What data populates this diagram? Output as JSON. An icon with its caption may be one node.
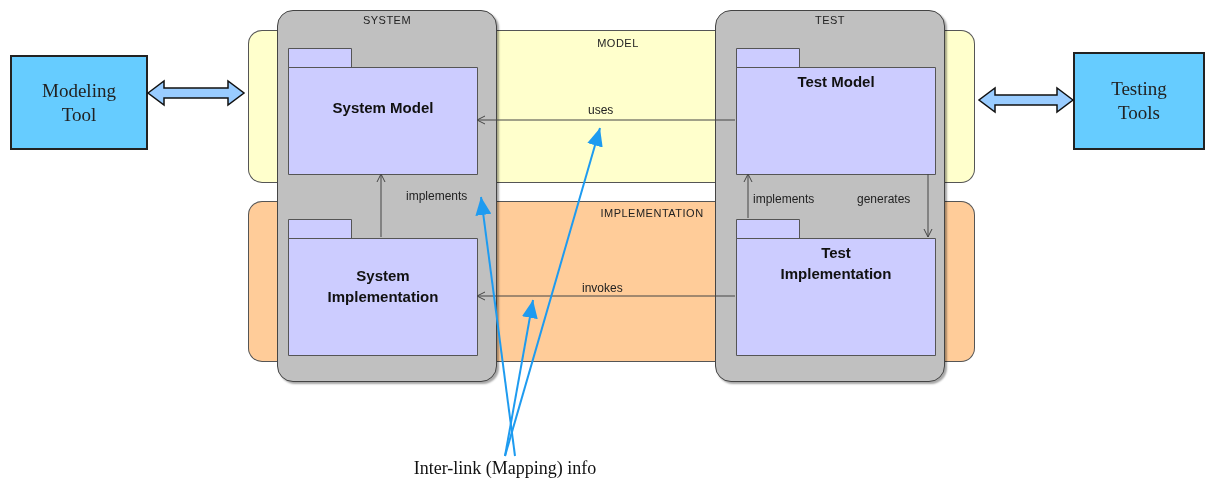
{
  "diagram": {
    "nodes": [
      {
        "text": [
          "Modeling Tool"
        ]
      },
      {
        "text": [
          "SYSTEM"
        ]
      },
      {
        "text": [
          "System Model"
        ],
        "in": 1
      },
      {
        "text": [
          "System Implementation"
        ],
        "in": 1
      },
      {
        "text": [
          "TEST"
        ]
      },
      {
        "text": [
          "Test Model"
        ],
        "in": 4
      },
      {
        "text": [
          "Test Implementation"
        ],
        "in": 4
      },
      {
        "text": [
          "Testing Tools"
        ]
      },
      {
        "text": [
          "Inter-link (Mapping) info"
        ]
      }
    ],
    "edges": [
      {
        "from": 0,
        "to": null,
        "arrow": "both",
        "style": "thick"
      },
      {
        "from": 7,
        "to": null,
        "arrow": "both",
        "style": "thick"
      },
      {
        "from": 5,
        "to": 2,
        "arrow": "to",
        "label": "uses"
      },
      {
        "from": 3,
        "to": 2,
        "arrow": "to",
        "label": "implements"
      },
      {
        "from": 6,
        "to": 5,
        "arrow": "to",
        "label": "implements"
      },
      {
        "from": 5,
        "to": 6,
        "arrow": "to",
        "label": "generates"
      },
      {
        "from": 6,
        "to": 3,
        "arrow": "to",
        "label": "invokes"
      },
      {
        "from": 8,
        "to": 1,
        "arrow": "to",
        "color": "#1e9bf0"
      },
      {
        "from": 8,
        "to": null,
        "arrow": "to",
        "color": "#1e9bf0"
      },
      {
        "from": 8,
        "to": null,
        "arrow": "to",
        "color": "#1e9bf0"
      }
    ],
    "labels": [
      "MODEL",
      "IMPLEMENTATION"
    ]
  }
}
